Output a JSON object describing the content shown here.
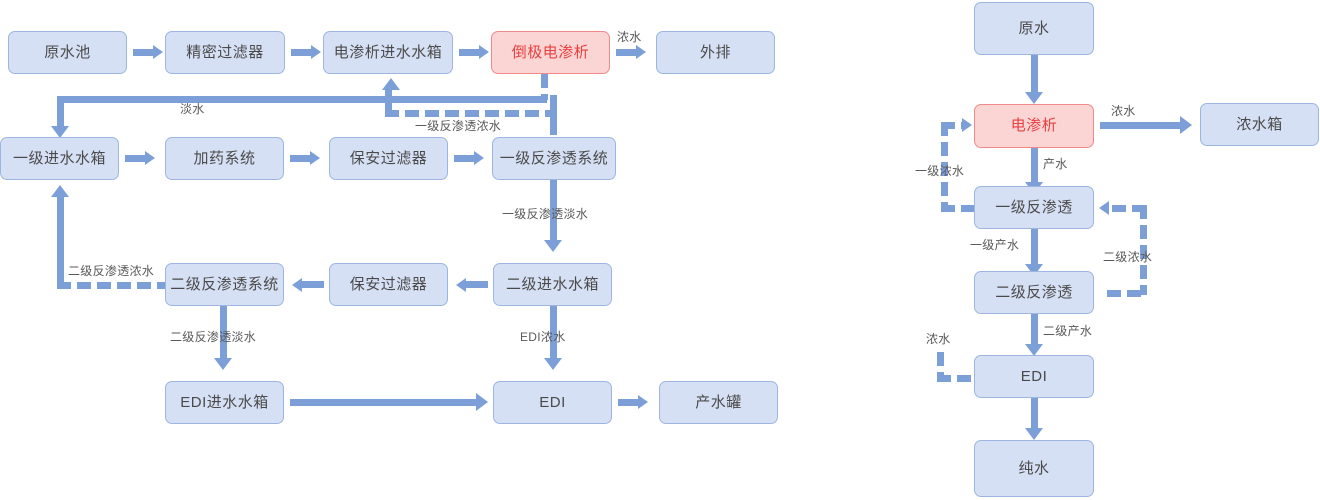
{
  "diagram": {
    "type": "flowchart",
    "title_visible": false,
    "colors": {
      "node_fill": "#d6e0f5",
      "node_border": "#9db5e0",
      "node_text": "#4a4a4a",
      "highlight_fill": "#fbd4d4",
      "highlight_border": "#f08a8a",
      "highlight_text": "#e8403f",
      "connector": "#7d9fd8",
      "label_text": "#595959",
      "background": "#ffffff"
    }
  },
  "left_flow": {
    "nodes": {
      "raw_water_pool": "原水池",
      "precision_filter": "精密过滤器",
      "ed_feed_tank": "电渗析进水水箱",
      "edr": "倒极电渗析",
      "discharge": "外排",
      "ro1_feed_tank": "一级进水水箱",
      "dosing_system": "加药系统",
      "cartridge_filter_1": "保安过滤器",
      "ro1_system": "一级反渗透系统",
      "ro2_system": "二级反渗透系统",
      "cartridge_filter_2": "保安过滤器",
      "ro2_feed_tank": "二级进水水箱",
      "edi_feed_tank": "EDI进水水箱",
      "edi": "EDI",
      "product_tank": "产水罐"
    },
    "edge_labels": {
      "edr_concentrate": "浓水",
      "fresh_water": "淡水",
      "ro1_concentrate": "一级反渗透浓水",
      "ro1_permeate": "一级反渗透淡水",
      "ro2_concentrate": "二级反渗透浓水",
      "ro2_permeate": "二级反渗透淡水",
      "edi_concentrate": "EDI浓水"
    }
  },
  "right_flow": {
    "nodes": {
      "raw_water": "原水",
      "ed": "电渗析",
      "concentrate_tank": "浓水箱",
      "ro1": "一级反渗透",
      "ro2": "二级反渗透",
      "edi": "EDI",
      "pure_water": "纯水"
    },
    "edge_labels": {
      "concentrate": "浓水",
      "product_water": "产水",
      "ro1_concentrate": "一级浓水",
      "ro1_product": "一级产水",
      "ro2_concentrate": "二级浓水",
      "ro2_product": "二级产水",
      "edi_concentrate": "浓水"
    }
  }
}
